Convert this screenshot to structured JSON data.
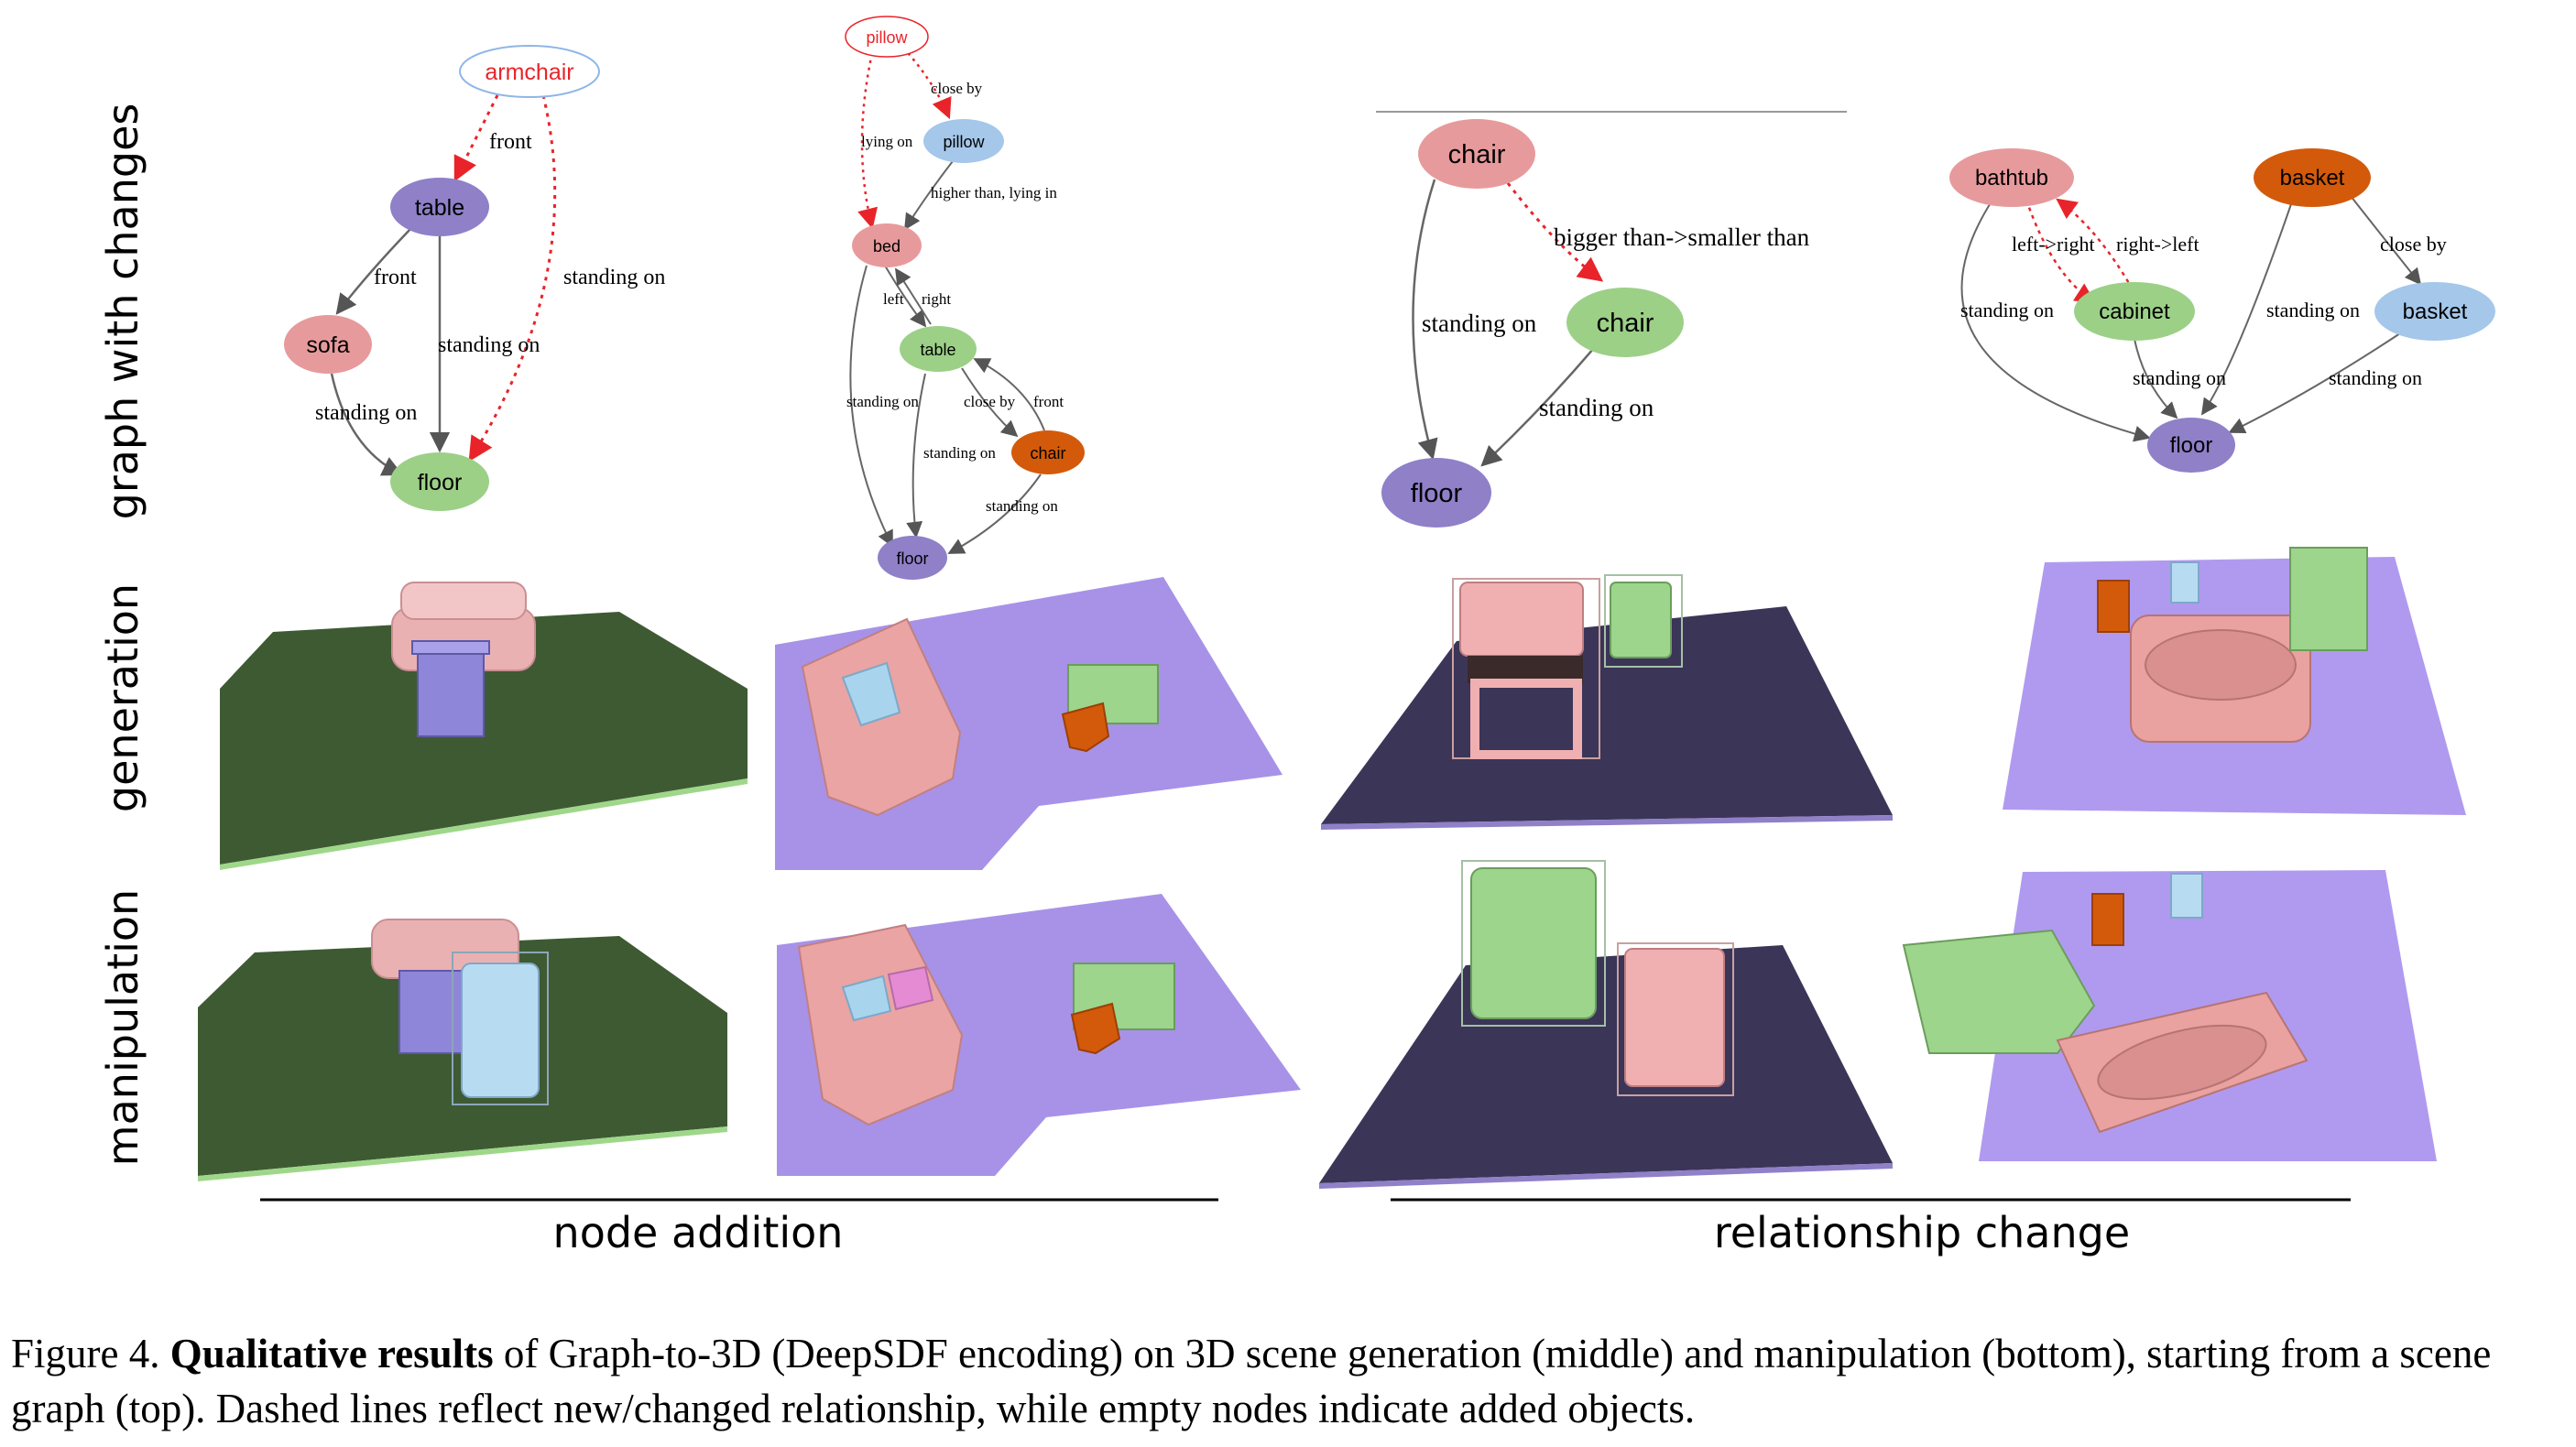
{
  "row_labels": {
    "top": "graph with changes",
    "middle": "generation",
    "bottom": "manipulation"
  },
  "section_labels": {
    "left": "node addition",
    "right": "relationship change"
  },
  "graph1": {
    "nodes": {
      "armchair": "armchair",
      "table": "table",
      "sofa": "sofa",
      "floor": "floor"
    },
    "edges": {
      "front1": "front",
      "front2": "front",
      "standing_on1": "standing on",
      "standing_on2": "standing on",
      "standing_on3": "standing on"
    }
  },
  "graph2": {
    "nodes": {
      "pillow_new": "pillow",
      "pillow": "pillow",
      "bed": "bed",
      "table": "table",
      "chair": "chair",
      "floor": "floor"
    },
    "edges": {
      "close_by1": "close by",
      "lying_on": "lying on",
      "higher_than": "higher than, lying in",
      "left": "left",
      "right": "right",
      "standing_on1": "standing on",
      "close_by2": "close by",
      "front": "front",
      "standing_on2": "standing on",
      "standing_on3": "standing on"
    }
  },
  "graph3": {
    "nodes": {
      "chair1": "chair",
      "chair2": "chair",
      "floor": "floor"
    },
    "edges": {
      "bigger": "bigger than->smaller than",
      "standing_on1": "standing on",
      "standing_on2": "standing on"
    }
  },
  "graph4": {
    "nodes": {
      "bathtub": "bathtub",
      "basket1": "basket",
      "cabinet": "cabinet",
      "basket2": "basket",
      "floor": "floor"
    },
    "edges": {
      "left_right": "left->right",
      "right_left": "right->left",
      "close_by": "close by",
      "standing_on1": "standing on",
      "standing_on2": "standing on",
      "standing_on3": "standing on",
      "standing_on4": "standing on"
    }
  },
  "caption": {
    "prefix": "Figure 4. ",
    "bold": "Qualitative results",
    "rest": " of Graph-to-3D (DeepSDF encoding) on 3D scene generation (middle) and manipulation (bottom), starting from a scene graph (top). Dashed lines reflect new/changed relationship, while empty nodes indicate added objects."
  },
  "colors": {
    "purple_node": "#8f80c8",
    "pink_node": "#e79a9c",
    "green_node": "#9cd087",
    "blue_node": "#a4c7ea",
    "orange_node": "#d35a0a",
    "new_edge": "#e8242a",
    "green_floor": "#3e5a33",
    "purple_floor": "#a792e8",
    "dark_floor": "#3b3558",
    "sofa": "#eab1b3",
    "bathtub": "#e9a2a0",
    "chair_green": "#9cd58b",
    "chair_blue": "#b7dcf2"
  }
}
